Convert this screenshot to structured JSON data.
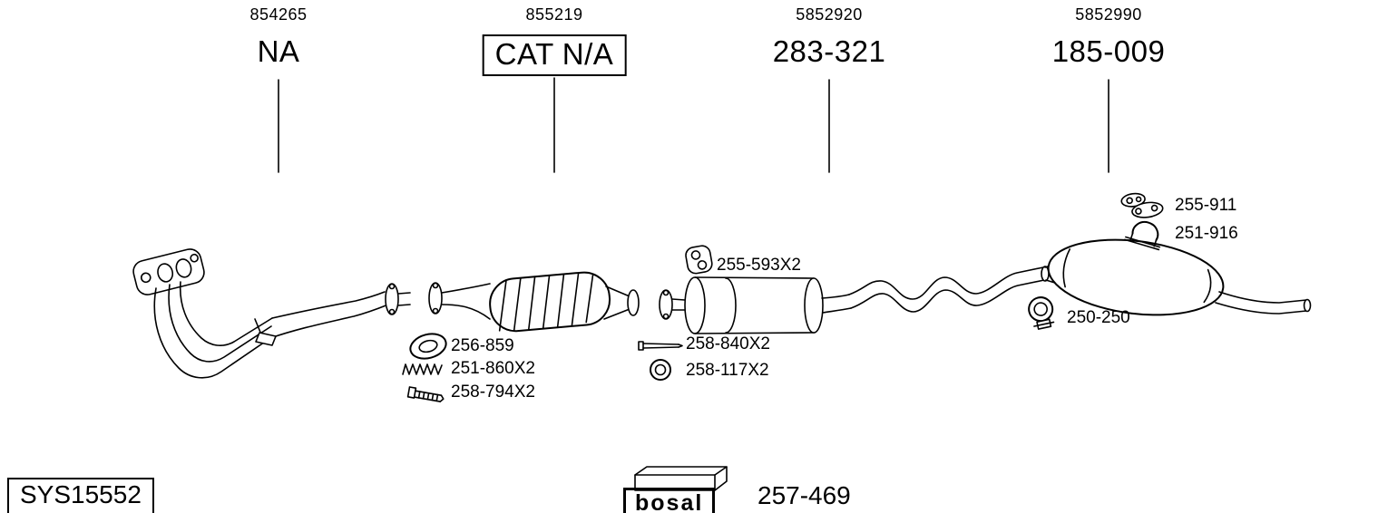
{
  "diagram": {
    "sections": [
      {
        "ref": "854265",
        "label": "NA"
      },
      {
        "ref": "855219",
        "label": "CAT N/A"
      },
      {
        "ref": "5852920",
        "label": "283-321"
      },
      {
        "ref": "5852990",
        "label": "185-009"
      }
    ],
    "parts": [
      {
        "label": "255-911",
        "icon": "mount-bracket-icon"
      },
      {
        "label": "251-916",
        "icon": "pipe-clamp-icon"
      },
      {
        "label": "255-593X2",
        "icon": "rubber-hanger-icon"
      },
      {
        "label": "250-250",
        "icon": "pipe-clamp-icon"
      },
      {
        "label": "256-859",
        "icon": "gasket-ring-icon"
      },
      {
        "label": "251-860X2",
        "icon": "spring-icon"
      },
      {
        "label": "258-794X2",
        "icon": "bolt-icon"
      },
      {
        "label": "258-840X2",
        "icon": "long-bolt-icon"
      },
      {
        "label": "258-117X2",
        "icon": "seal-ring-icon"
      }
    ]
  },
  "footer": {
    "system_code": "SYS15552",
    "brand": "bosal",
    "brand_part": "257-469"
  },
  "colors": {
    "line": "#000000",
    "background": "#ffffff"
  }
}
